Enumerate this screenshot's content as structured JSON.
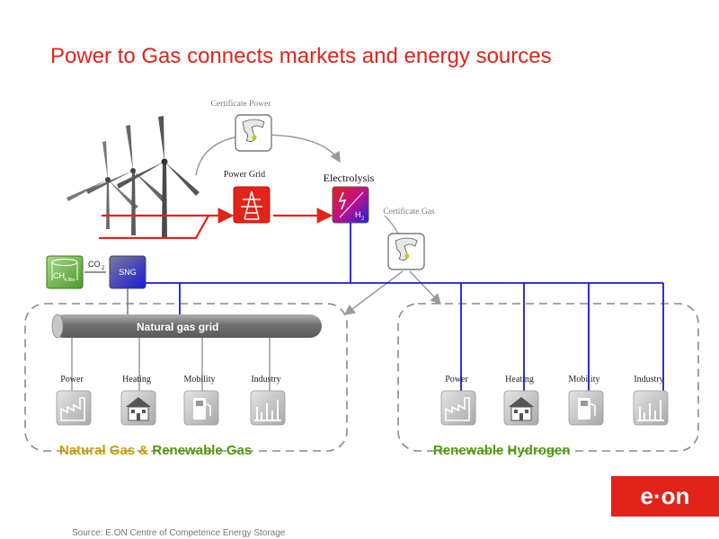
{
  "title": "Power to Gas connects markets and energy sources",
  "nodes": {
    "certificate_power": "Certificate Power",
    "power_grid": "Power Grid",
    "electrolysis": "Electrolysis",
    "h2": "H",
    "h2_sub": "2",
    "certificate_gas": "Certificate Gas",
    "co2": "CO",
    "co2_sub": "2",
    "ch4": "CH",
    "ch4_sub": "4,Bio",
    "sng": "SNG",
    "natural_gas_grid": "Natural gas grid"
  },
  "left_group": {
    "label_part1": "Natural Gas & ",
    "label_part2": "Renewable Gas",
    "consumers": [
      "Power",
      "Heating",
      "Mobility",
      "Industry"
    ]
  },
  "right_group": {
    "label": "Renewable Hydrogen",
    "consumers": [
      "Power",
      "Heating",
      "Mobility",
      "Industry"
    ]
  },
  "logo_text": "e·on",
  "source": "Source: E.ON Centre of Competence Energy Storage",
  "colors": {
    "title": "#e2231a",
    "power_line": "#e2231a",
    "hydrogen_line": "#1a1ad6",
    "gold_label": "#c8a000",
    "green_label": "#4e9a06",
    "logo_bg": "#e2231a"
  }
}
